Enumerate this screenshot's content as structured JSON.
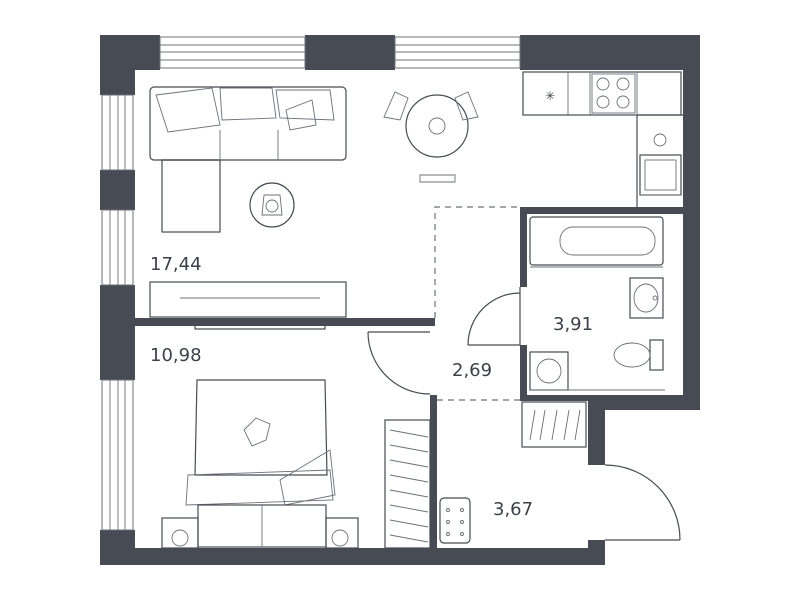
{
  "rooms": {
    "living_kitchen": {
      "area": "17,44"
    },
    "bedroom": {
      "area": "10,98"
    },
    "hallway": {
      "area": "2,69"
    },
    "bathroom": {
      "area": "3,91"
    },
    "entry": {
      "area": "3,67"
    }
  },
  "colors": {
    "wall": "#474b53",
    "line": "#6c7079",
    "background": "#ffffff"
  }
}
